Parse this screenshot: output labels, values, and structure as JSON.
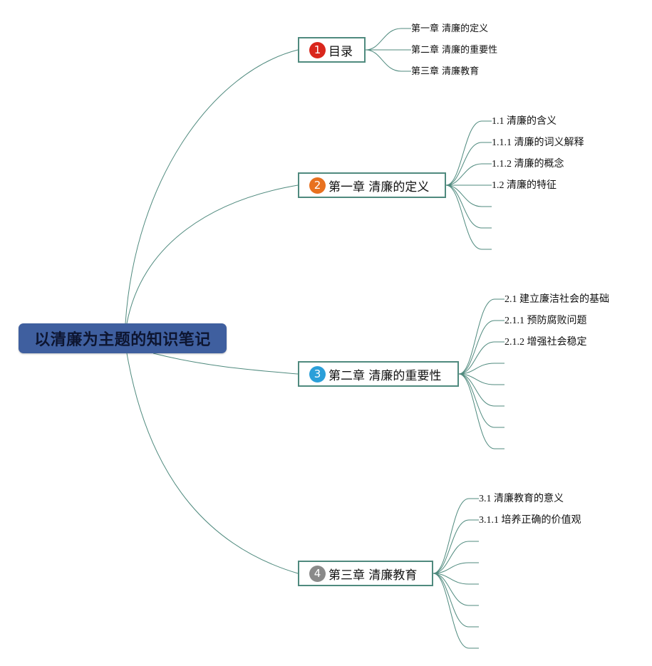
{
  "root": {
    "label": "以清廉为主题的知识笔记"
  },
  "colors": {
    "root_fill": "#3f5f9f",
    "line": "#4f8a7e",
    "badge_1": "#d9261c",
    "badge_2": "#e8711f",
    "badge_3": "#2b9fd9",
    "badge_4": "#8a8a8a"
  },
  "branches": [
    {
      "number": "1",
      "label": "目录",
      "children": [
        "第一章 清廉的定义",
        "第二章 清廉的重要性",
        "第三章 清廉教育"
      ]
    },
    {
      "number": "2",
      "label": "第一章 清廉的定义",
      "children": [
        "1.1 清廉的含义",
        "1.1.1 清廉的词义解释",
        "1.1.2 清廉的概念",
        "1.2 清廉的特征",
        "",
        "",
        ""
      ]
    },
    {
      "number": "3",
      "label": "第二章 清廉的重要性",
      "children": [
        "2.1 建立廉洁社会的基础",
        "2.1.1 预防腐败问题",
        "2.1.2 增强社会稳定",
        "",
        "",
        "",
        "",
        ""
      ]
    },
    {
      "number": "4",
      "label": "第三章 清廉教育",
      "children": [
        "3.1 清廉教育的意义",
        "3.1.1 培养正确的价值观",
        "",
        "",
        "",
        "",
        "",
        ""
      ]
    }
  ]
}
